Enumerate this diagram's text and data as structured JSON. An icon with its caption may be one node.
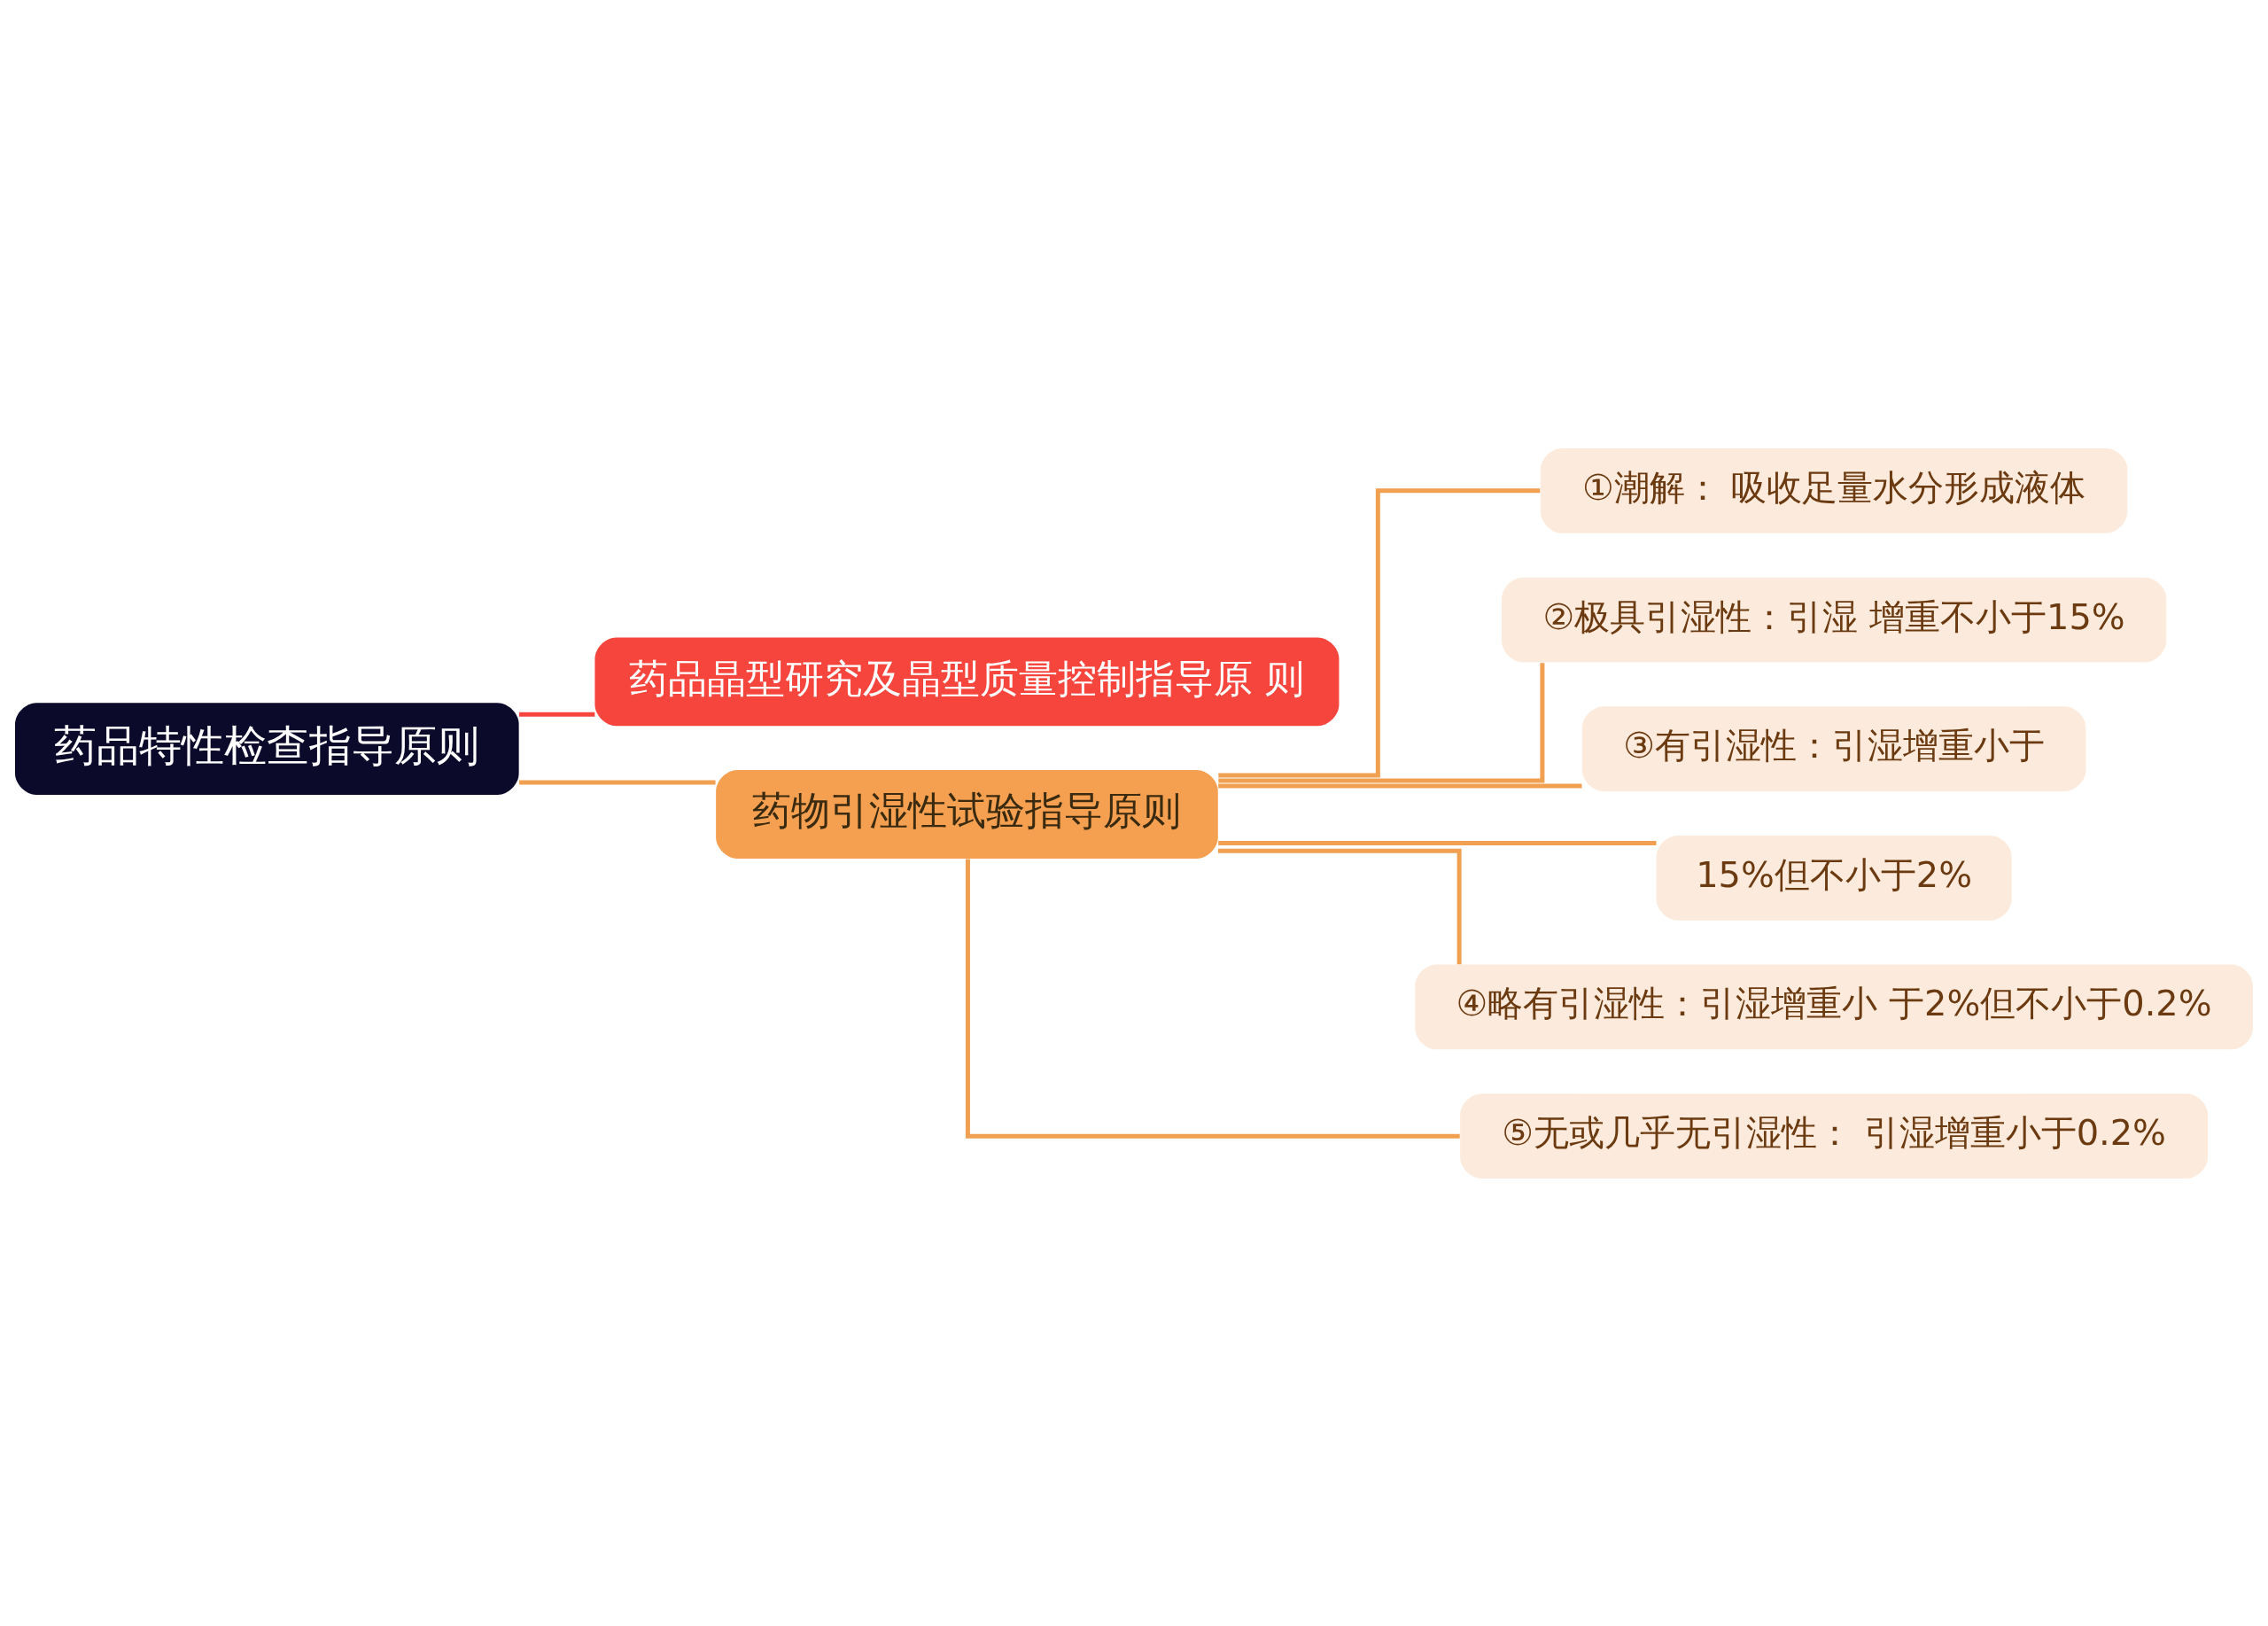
{
  "diagram": {
    "nodes": [
      {
        "text": [
          "药品特性检查指导原则"
        ]
      },
      {
        "text": [
          "药品晶型研究及晶型质量控制指导原 则"
        ]
      },
      {
        "text": [
          "药物引湿性试验指导原则"
        ]
      },
      {
        "text": [
          "①潮解： 吸收足量水分形成液体"
        ]
      },
      {
        "text": [
          "②极具引湿性：引湿 增重不小于15%"
        ]
      },
      {
        "text": [
          "③有引湿性：引湿增重小于"
        ]
      },
      {
        "text": [
          "15%但不小于2%"
        ]
      },
      {
        "text": [
          "④略有引湿性：引湿增重小 于2%但不小于0.2%"
        ]
      },
      {
        "text": [
          "⑤无或几乎无引湿性： 引湿增重小于0.2%"
        ]
      }
    ],
    "edges": [
      {
        "from": 0,
        "to": 1,
        "arrow": "none",
        "color": "#f5453d"
      },
      {
        "from": 0,
        "to": 2,
        "arrow": "none"
      },
      {
        "from": 2,
        "to": 3,
        "arrow": "none"
      },
      {
        "from": 2,
        "to": 4,
        "arrow": "none"
      },
      {
        "from": 2,
        "to": 5,
        "arrow": "none"
      },
      {
        "from": 2,
        "to": 6,
        "arrow": "none"
      },
      {
        "from": 2,
        "to": 7,
        "arrow": "none"
      },
      {
        "from": 2,
        "to": 8,
        "arrow": "none"
      }
    ]
  }
}
